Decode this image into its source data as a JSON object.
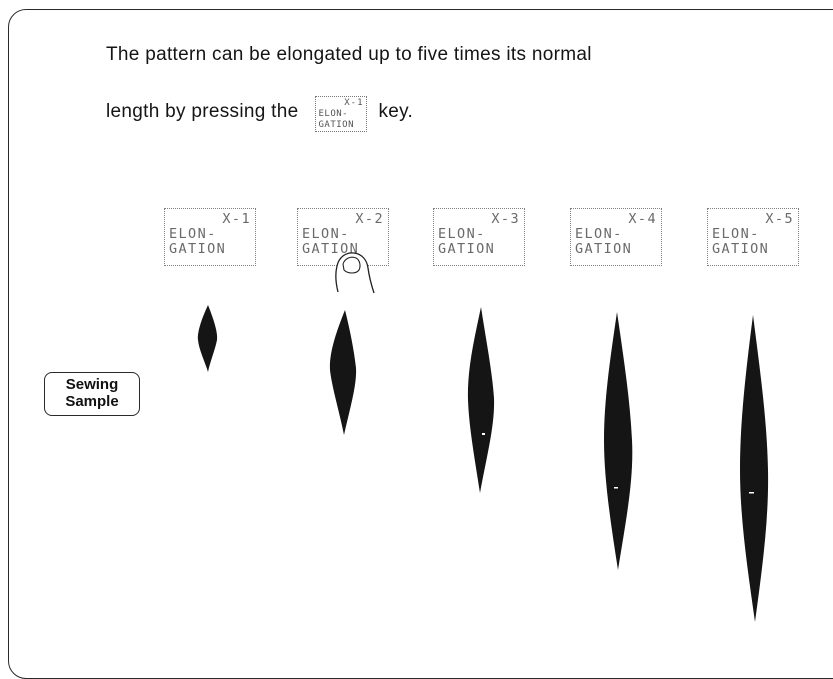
{
  "intro": {
    "line1": "The pattern can be elongated up to five times its normal",
    "line2_before": "length by pressing the",
    "line2_after": "key.",
    "inline_key": {
      "top": "X-1",
      "mid": "ELON-",
      "bot": "GATION"
    }
  },
  "keys": [
    {
      "top": "X-1",
      "mid": "ELON-",
      "bot": "GATION"
    },
    {
      "top": "X-2",
      "mid": "ELON-",
      "bot": "GATION"
    },
    {
      "top": "X-3",
      "mid": "ELON-",
      "bot": "GATION"
    },
    {
      "top": "X-4",
      "mid": "ELON-",
      "bot": "GATION"
    },
    {
      "top": "X-5",
      "mid": "ELON-",
      "bot": "GATION"
    }
  ],
  "sample_label": {
    "line1": "Sewing",
    "line2": "Sample"
  },
  "stitch_color": "#151515"
}
